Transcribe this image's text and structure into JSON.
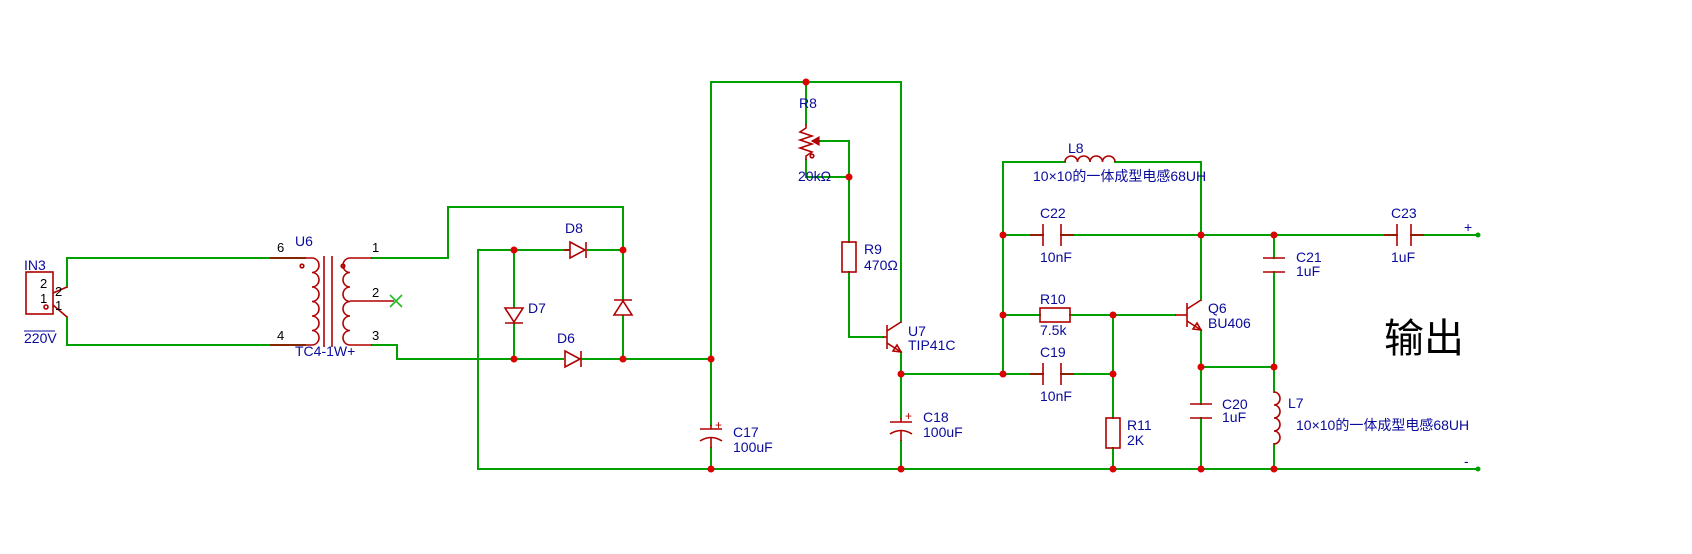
{
  "components": {
    "in3": {
      "ref": "IN3",
      "value": "220V",
      "pins": [
        "2",
        "1",
        "2",
        "1"
      ]
    },
    "u6": {
      "ref": "U6",
      "value": "TC4-1W+",
      "pins": [
        "6",
        "4",
        "1",
        "2",
        "3"
      ]
    },
    "d8": {
      "ref": "D8"
    },
    "d7": {
      "ref": "D7"
    },
    "d6": {
      "ref": "D6"
    },
    "r8": {
      "ref": "R8",
      "value": "20kΩ"
    },
    "r9": {
      "ref": "R9",
      "value": "470Ω"
    },
    "u7": {
      "ref": "U7",
      "value": "TIP41C"
    },
    "c17": {
      "ref": "C17",
      "value": "100uF"
    },
    "c18": {
      "ref": "C18",
      "value": "100uF"
    },
    "l8": {
      "ref": "L8",
      "value": "10×10的一体成型电感68UH"
    },
    "c22": {
      "ref": "C22",
      "value": "10nF"
    },
    "r10": {
      "ref": "R10",
      "value": "7.5k"
    },
    "c19": {
      "ref": "C19",
      "value": "10nF"
    },
    "r11": {
      "ref": "R11",
      "value": "2K"
    },
    "q6": {
      "ref": "Q6",
      "value": "BU406"
    },
    "c20": {
      "ref": "C20",
      "value": "1uF"
    },
    "c21": {
      "ref": "C21",
      "value": "1uF"
    },
    "l7": {
      "ref": "L7",
      "value": "10×10的一体成型电感68UH"
    },
    "c23": {
      "ref": "C23",
      "value": "1uF"
    }
  },
  "output": {
    "plus": "+",
    "minus": "-",
    "title": "输出"
  },
  "colors": {
    "wire": "#00a000",
    "component": "#b00000",
    "label": "#0a0a9c",
    "junction": "#dd0000"
  }
}
